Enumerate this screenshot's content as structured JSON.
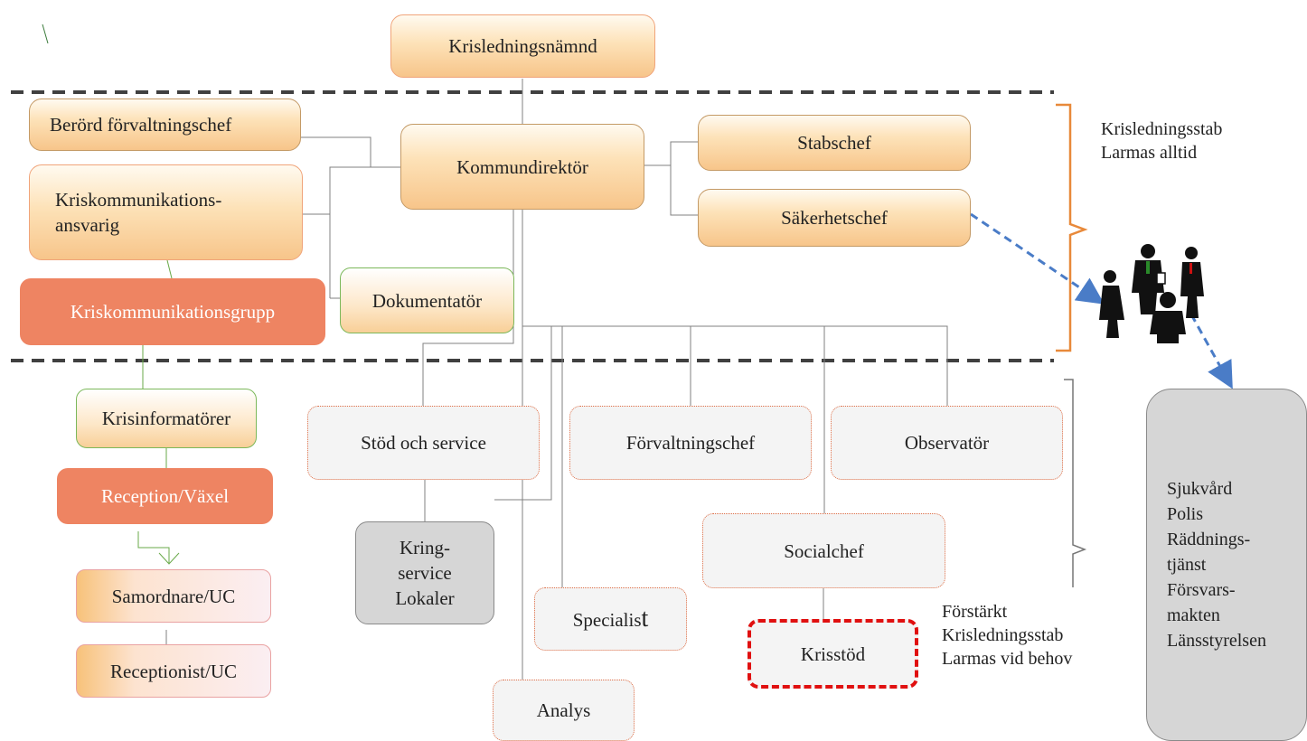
{
  "boxes": {
    "krisledningsnamnd": "Krisledningsnämnd",
    "berord": "Berörd förvaltningschef",
    "kommunikationsansvarig": "Kriskommunikations-\nansvarig",
    "kommundirektor": "Kommundirektör",
    "stabschef": "Stabschef",
    "sakerhetschef": "Säkerhetschef",
    "kommunikationsgrupp": "Kriskommunikationsgrupp",
    "dokumentator": "Dokumentatör",
    "krisinformatorer": "Krisinformatörer",
    "reception": "Reception/Växel",
    "samordnare": "Samordnare/UC",
    "receptionist": "Receptionist/UC",
    "stod": "Stöd och service",
    "forvaltningschef": "Förvaltningschef",
    "observator": "Observatör",
    "kringservice": "Kring-\nservice\nLokaler",
    "socialchef": "Socialchef",
    "specialist_main": "Specialis",
    "specialist_tail": "t",
    "krisstod": "Krisstöd",
    "analys": "Analys",
    "external": "Sjukvård\nPolis\nRäddnings-\ntjänst\nFörsvars-\nmakten\nLänsstyrelsen"
  },
  "labels": {
    "stab": "Krisledningsstab\nLarmas alltid",
    "forstarkt": "Förstärkt\nKrisledningsstab\nLarmas vid behov"
  },
  "colors": {
    "orange_bracket": "#e8893a",
    "salmon": "#ee8462",
    "arrow_blue": "#4a7cc7",
    "dashed_red": "#e01010"
  },
  "icons": [
    "people-group-icon"
  ]
}
